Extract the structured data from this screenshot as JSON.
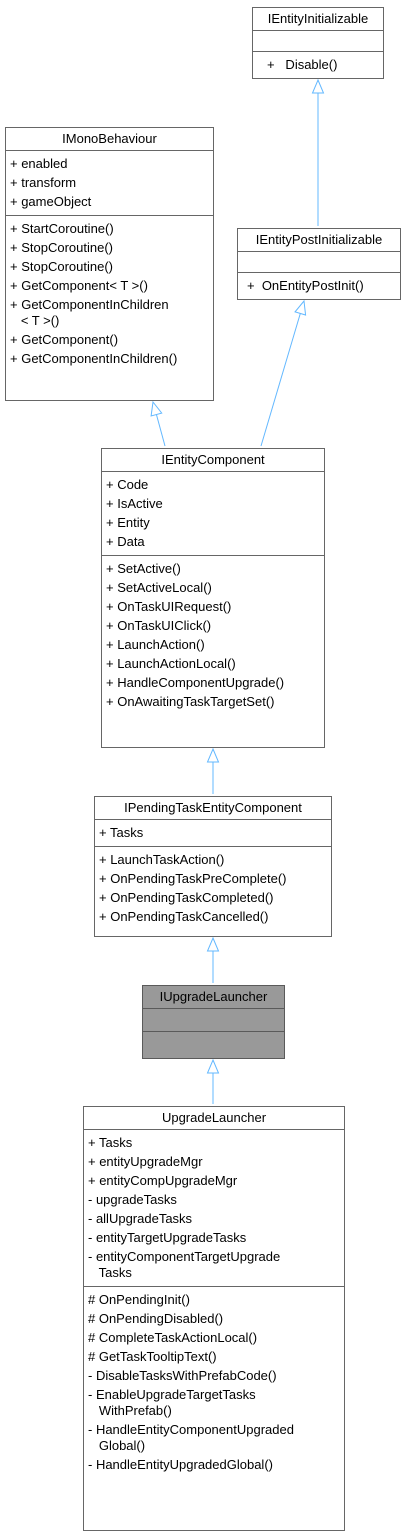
{
  "classes": {
    "ientityinitializable": {
      "name": "IEntityInitializable",
      "attributes": [],
      "operations": [
        "+   Disable()"
      ]
    },
    "imonobehaviour": {
      "name": "IMonoBehaviour",
      "attributes": [
        "+ enabled",
        "+ transform",
        "+ gameObject"
      ],
      "operations": [
        "+ StartCoroutine()",
        "+ StopCoroutine()",
        "+ StopCoroutine()",
        "+ GetComponent< T >()",
        "+ GetComponentInChildren\n   < T >()",
        "+ GetComponent()",
        "+ GetComponentInChildren()"
      ]
    },
    "ientitypostinitializable": {
      "name": "IEntityPostInitializable",
      "attributes": [],
      "operations": [
        "+  OnEntityPostInit()"
      ]
    },
    "ientitycomponent": {
      "name": "IEntityComponent",
      "attributes": [
        "+ Code",
        "+ IsActive",
        "+ Entity",
        "+ Data"
      ],
      "operations": [
        "+ SetActive()",
        "+ SetActiveLocal()",
        "+ OnTaskUIRequest()",
        "+ OnTaskUIClick()",
        "+ LaunchAction()",
        "+ LaunchActionLocal()",
        "+ HandleComponentUpgrade()",
        "+ OnAwaitingTaskTargetSet()"
      ]
    },
    "ipendingtaskentitycomponent": {
      "name": "IPendingTaskEntityComponent",
      "attributes": [
        "+ Tasks"
      ],
      "operations": [
        "+ LaunchTaskAction()",
        "+ OnPendingTaskPreComplete()",
        "+ OnPendingTaskCompleted()",
        "+ OnPendingTaskCancelled()"
      ]
    },
    "iupgradelauncher": {
      "name": "IUpgradeLauncher",
      "attributes": [],
      "operations": []
    },
    "upgradelauncher": {
      "name": "UpgradeLauncher",
      "attributes": [
        "+ Tasks",
        "+ entityUpgradeMgr",
        "+ entityCompUpgradeMgr",
        "- upgradeTasks",
        "- allUpgradeTasks",
        "- entityTargetUpgradeTasks",
        "- entityComponentTargetUpgrade\n   Tasks"
      ],
      "operations": [
        "# OnPendingInit()",
        "# OnPendingDisabled()",
        "# CompleteTaskActionLocal()",
        "# GetTaskTooltipText()",
        "- DisableTasksWithPrefabCode()",
        "- EnableUpgradeTargetTasks\n   WithPrefab()",
        "- HandleEntityComponentUpgraded\n   Global()",
        "- HandleEntityUpgradedGlobal()"
      ]
    }
  },
  "colors": {
    "arrow": "#63b8ff",
    "border": "#666666",
    "highlight_fill": "#999999"
  }
}
